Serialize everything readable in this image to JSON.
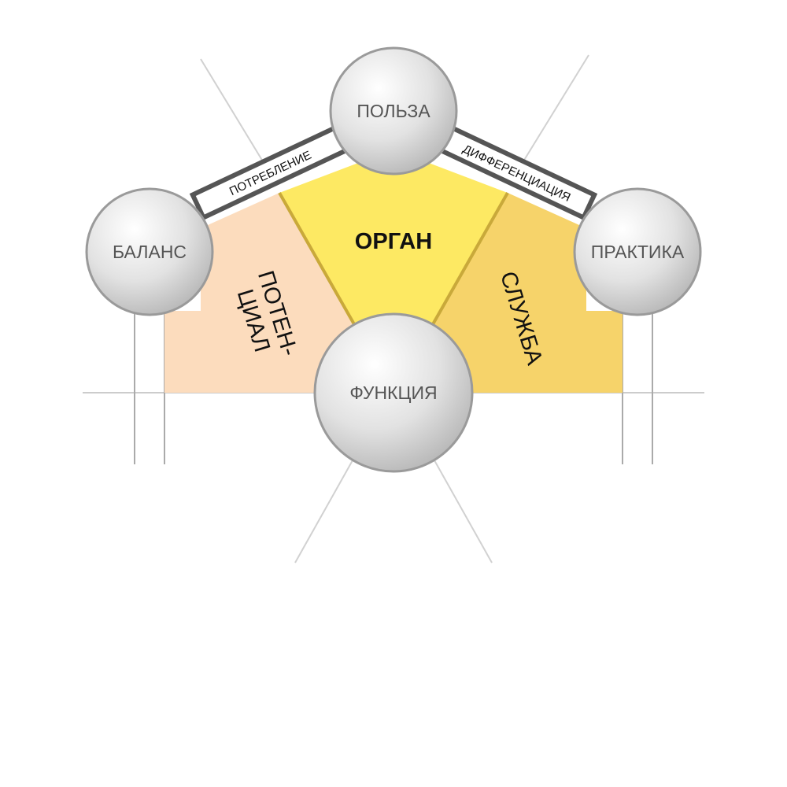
{
  "colors": {
    "sector_left": "#fcdcbd",
    "sector_center": "#fde963",
    "sector_right": "#f6d36a",
    "sector_stroke": "#c9a93a",
    "band_stroke": "#555555",
    "node_stroke": "#9a9a9a",
    "guide_line": "#cccccc"
  },
  "nodes": {
    "top": "ПОЛЬЗА",
    "left": "БАЛАНС",
    "right": "ПРАКТИКА",
    "bottom": "ФУНКЦИЯ"
  },
  "bands": {
    "left": "ПОТРЕБЛЕНИЕ",
    "right": "ДИФФЕРЕНЦИАЦИЯ"
  },
  "sectors": {
    "center": "ОРГАН",
    "left_line1": "ПОТЕН-",
    "left_line2": "ЦИАЛ",
    "right": "СЛУЖБА"
  }
}
